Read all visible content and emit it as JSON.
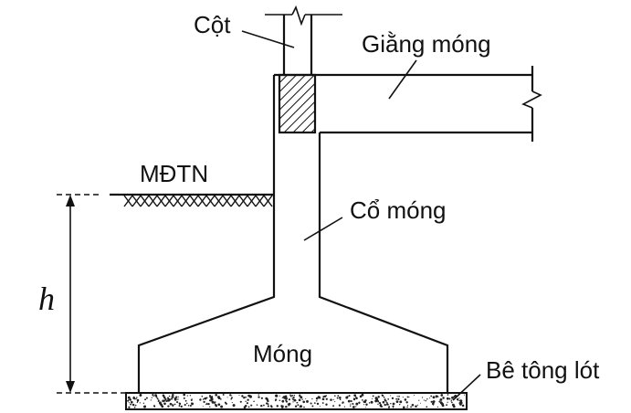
{
  "diagram": {
    "labels": {
      "column": "Cột",
      "tie_beam": "Giằng móng",
      "natural_ground": "MĐTN",
      "neck": "Cổ móng",
      "depth": "h",
      "footing": "Móng",
      "lean_concrete": "Bê tông lót"
    }
  }
}
